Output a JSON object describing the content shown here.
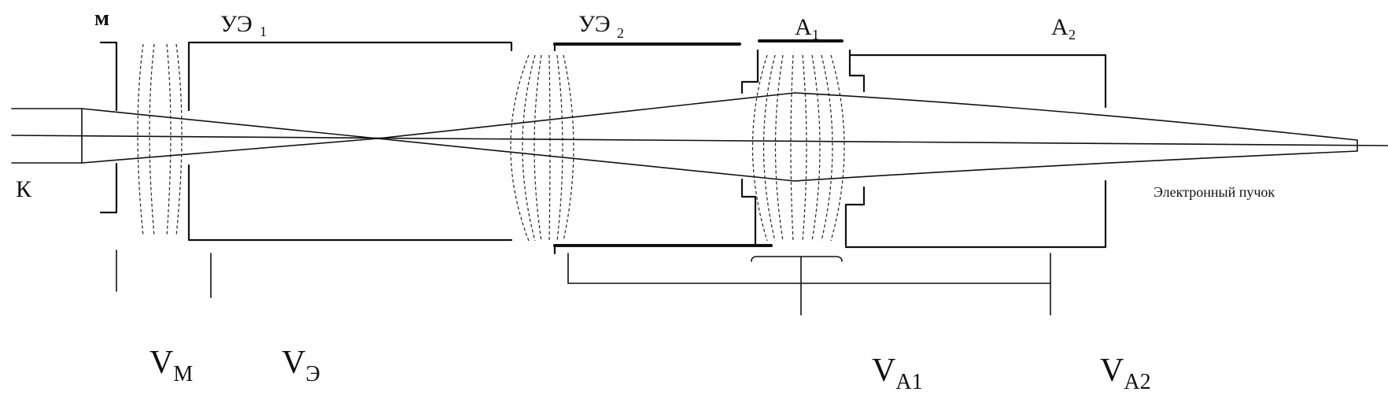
{
  "labels": {
    "modulator": "м",
    "cathode": "К",
    "control_electrode_1": "УЭ",
    "control_electrode_1_sub": "1",
    "control_electrode_2": "УЭ",
    "control_electrode_2_sub": "2",
    "anode_1": "А",
    "anode_1_sub": "1",
    "anode_2": "А",
    "anode_2_sub": "2",
    "beam_caption": "Электронный пучок"
  },
  "voltages": {
    "v_m": "V",
    "v_m_sub": "M",
    "v_e": "V",
    "v_e_sub": "Э",
    "v_a1": "V",
    "v_a1_sub": "A1",
    "v_a2": "V",
    "v_a2_sub": "A2"
  },
  "colors": {
    "line": "#111111",
    "background": "#ffffff"
  }
}
